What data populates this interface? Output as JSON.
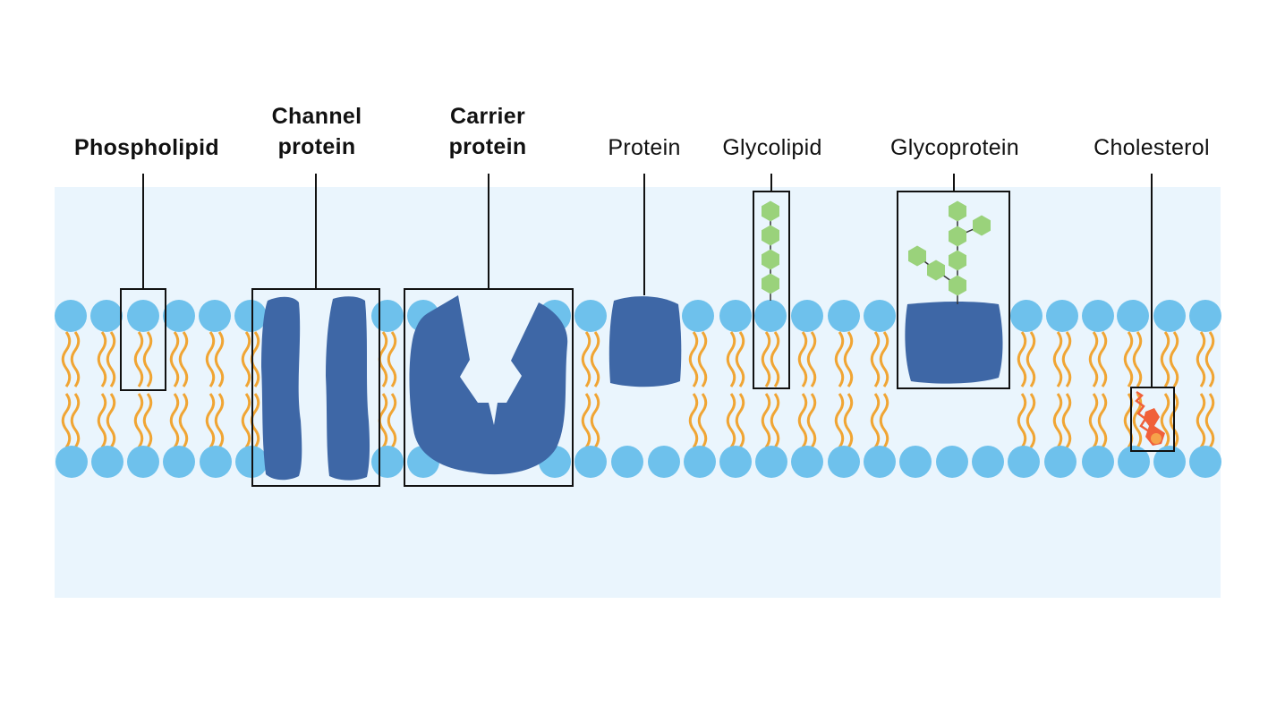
{
  "labels": {
    "phospholipid": "Phospholipid",
    "channel_protein_line1": "Channel",
    "channel_protein_line2": "protein",
    "carrier_protein_line1": "Carrier",
    "carrier_protein_line2": "protein",
    "protein": "Protein",
    "glycolipid": "Glycolipid",
    "glycoprotein": "Glycoprotein",
    "cholesterol": "Cholesterol"
  },
  "colors": {
    "background_panel": "#eaf5fd",
    "phospholipid_head": "#6ec1ec",
    "lipid_tail": "#f0a534",
    "protein": "#3e67a6",
    "sugar": "#9ad27b",
    "cholesterol": "#f0603a",
    "outline": "#111111"
  }
}
